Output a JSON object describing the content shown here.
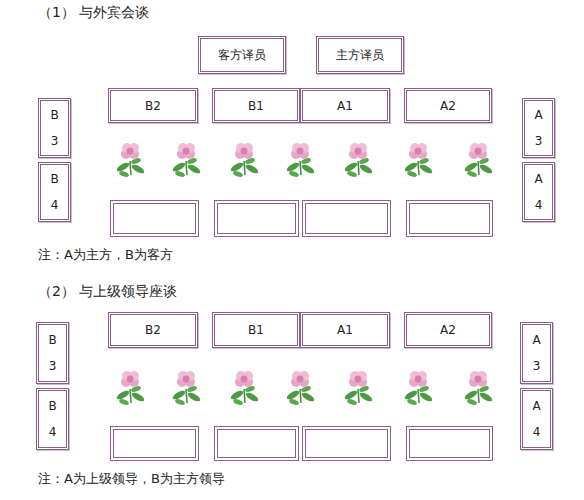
{
  "diagram": {
    "nodes": [
      {
        "text": [
          "客方译员"
        ]
      },
      {
        "text": [
          "主方译员"
        ]
      },
      {
        "text": [
          "B2"
        ]
      },
      {
        "text": [
          "B1"
        ]
      },
      {
        "text": [
          "A1"
        ]
      },
      {
        "text": [
          "A2"
        ]
      },
      {
        "text": [
          "B 3"
        ]
      },
      {
        "text": [
          "A 3"
        ]
      },
      {
        "text": [
          "B 4"
        ]
      },
      {
        "text": [
          "A 4"
        ]
      },
      {
        "text": [
          "B2"
        ]
      },
      {
        "text": [
          "B1"
        ]
      },
      {
        "text": [
          "A1"
        ]
      },
      {
        "text": [
          "A2"
        ]
      },
      {
        "text": [
          "B 3"
        ]
      },
      {
        "text": [
          "A 3"
        ]
      },
      {
        "text": [
          "B 4"
        ]
      },
      {
        "text": [
          "A 4"
        ]
      }
    ],
    "labels": [
      "（1） 与外宾会谈",
      "注：A为主方，B为客方",
      "（2） 与上级领导座谈",
      "注：A为上级领导，B为主方领导"
    ]
  }
}
